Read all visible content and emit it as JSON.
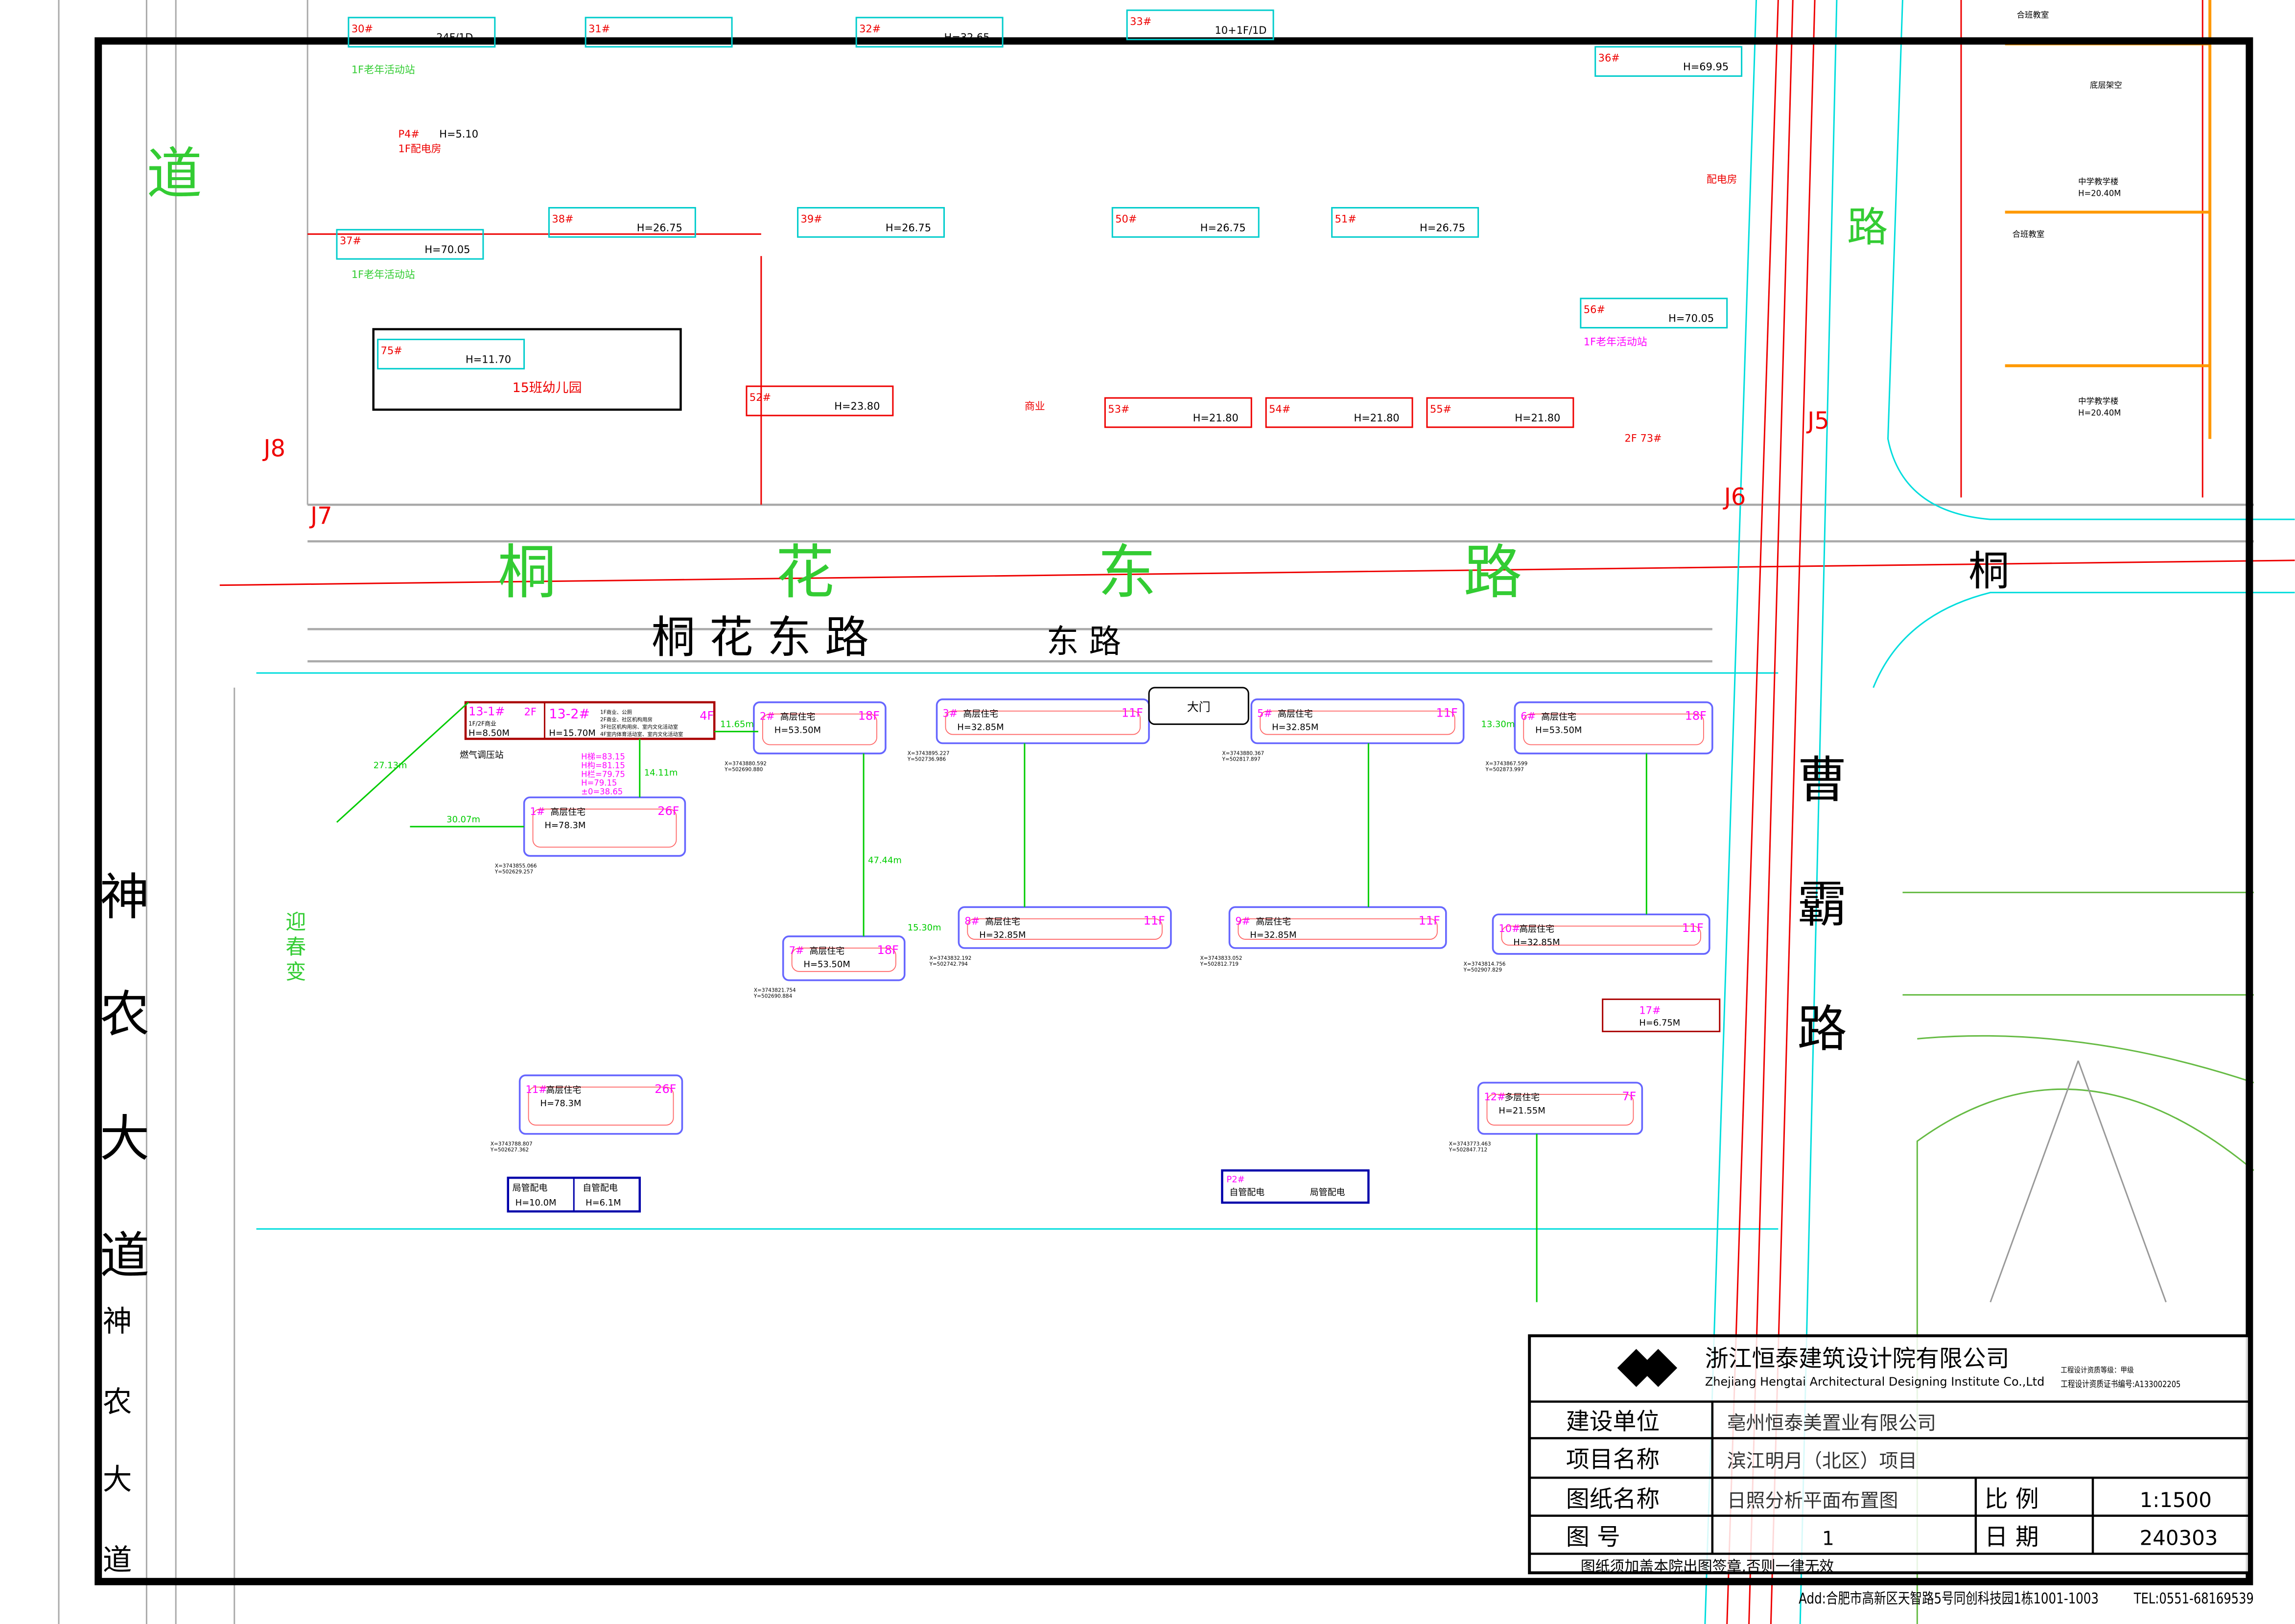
{
  "roads": {
    "north_road": "道",
    "tonghua_big": [
      "桐",
      "花",
      "东",
      "路"
    ],
    "tonghua_black": "桐 花 东 路",
    "dong_lu": "东 路",
    "east_road_top": "路",
    "east_right": "桐",
    "shennong": [
      "神",
      "农",
      "大",
      "道"
    ],
    "shennong_small": [
      "神",
      "农",
      "大",
      "道"
    ],
    "caoba": [
      "曹",
      "霸",
      "路"
    ],
    "yingchun": [
      "迎",
      "春",
      "变"
    ]
  },
  "markers": [
    "J5",
    "J6",
    "J7",
    "J8"
  ],
  "north_buildings": [
    {
      "id": "30#",
      "h": "24F/1D"
    },
    {
      "id": "31#",
      "h": ""
    },
    {
      "id": "32#",
      "h": "H=32.65"
    },
    {
      "id": "33#",
      "h": "10+1F/1D"
    },
    {
      "id": "36#",
      "h": "H=69.95"
    },
    {
      "id": "37#",
      "h": "H=70.05"
    },
    {
      "id": "38#",
      "h": "H=26.75"
    },
    {
      "id": "39#",
      "h": "H=26.75"
    },
    {
      "id": "50#",
      "h": "H=26.75"
    },
    {
      "id": "51#",
      "h": "H=26.75"
    },
    {
      "id": "52#",
      "h": "H=23.80"
    },
    {
      "id": "53#",
      "h": "H=21.80"
    },
    {
      "id": "54#",
      "h": "H=21.80"
    },
    {
      "id": "55#",
      "h": "H=21.80"
    },
    {
      "id": "56#",
      "h": "H=70.05"
    },
    {
      "id": "75#",
      "h": "H=11.70"
    }
  ],
  "north_labels": {
    "kindergarten": "15班幼儿园",
    "elderly1": "1F老年活动站",
    "elderly2": "1F老年活动站",
    "elderly3": "1F老年活动站",
    "p4": "P4#",
    "p4_h": "H=5.10",
    "p4_name": "1F配电房",
    "shop": "商业",
    "power": "配电房",
    "b73": "2F 73#"
  },
  "buildings": [
    {
      "id": "2#",
      "type": "高层住宅",
      "h": "H=53.50M",
      "floors": "18F",
      "x": "X=3743880.592",
      "y": "Y=502690.880"
    },
    {
      "id": "3#",
      "type": "高层住宅",
      "h": "H=32.85M",
      "floors": "11F",
      "x": "X=3743895.227",
      "y": "Y=502736.986"
    },
    {
      "id": "5#",
      "type": "高层住宅",
      "h": "H=32.85M",
      "floors": "11F",
      "x": "X=3743880.367",
      "y": "Y=502817.897"
    },
    {
      "id": "6#",
      "type": "高层住宅",
      "h": "H=53.50M",
      "floors": "18F",
      "x": "X=3743867.599",
      "y": "Y=502873.997"
    },
    {
      "id": "1#",
      "type": "高层住宅",
      "h": "H=78.3M",
      "floors": "26F",
      "x": "X=3743855.066",
      "y": "Y=502629.257"
    },
    {
      "id": "7#",
      "type": "高层住宅",
      "h": "H=53.50M",
      "floors": "18F",
      "x": "X=3743821.754",
      "y": "Y=502690.884"
    },
    {
      "id": "8#",
      "type": "高层住宅",
      "h": "H=32.85M",
      "floors": "11F",
      "x": "X=3743832.192",
      "y": "Y=502742.794"
    },
    {
      "id": "9#",
      "type": "高层住宅",
      "h": "H=32.85M",
      "floors": "11F",
      "x": "X=3743833.052",
      "y": "Y=502812.719"
    },
    {
      "id": "10#",
      "type": "高层住宅",
      "h": "H=32.85M",
      "floors": "11F",
      "x": "X=3743814.756",
      "y": "Y=502907.829"
    },
    {
      "id": "11#",
      "type": "高层住宅",
      "h": "H=78.3M",
      "floors": "26F",
      "x": "X=3743788.807",
      "y": "Y=502627.362"
    },
    {
      "id": "12#",
      "type": "多层住宅",
      "h": "H=21.55M",
      "floors": "7F",
      "x": "X=3743773.463",
      "y": "Y=502847.712"
    }
  ],
  "commercial": {
    "b13_1": "13-1#",
    "b13_1_f": "2F",
    "b13_1_h": "H=8.50M",
    "b13_1_use": "1F/2F商业",
    "b13_2": "13-2#",
    "b13_2_f": "4F",
    "b13_2_h": "H=15.70M",
    "b13_2_uses": [
      "1F商业、公厕",
      "2F商业、社区机构用房",
      "3F社区机构用房、室内文化活动室",
      "4F室内体育活动室、室内文化活动室"
    ],
    "gas": "燃气调压站",
    "gate": "大门",
    "b17": "17#",
    "b17_h": "H=6.75M",
    "pd1": "局管配电",
    "pd1_h": "H=10.0M",
    "pd2": "自管配电",
    "pd2_h": "H=6.1M",
    "p2": "P2#",
    "p2a": "自管配电",
    "p2b": "局管配电",
    "heights": [
      "H梯=83.15",
      "H构=81.15",
      "H栏=79.75",
      "H=79.15",
      "±0=38.65"
    ]
  },
  "distances": [
    "11.65m",
    "14.11m",
    "27.13m",
    "30.07m",
    "47.44m",
    "13.30m",
    "15.30m"
  ],
  "title_block": {
    "company_cn": "浙江恒泰建筑设计院有限公司",
    "company_en": "Zhejiang Hengtai Architectural Designing Institute Co.,Ltd",
    "grade": "工程设计资质等级：甲级",
    "cert": "工程设计资质证书编号:A133002205",
    "client_label": "建设单位",
    "client": "亳州恒泰美置业有限公司",
    "project_label": "项目名称",
    "project": "滨江明月（北区）项目",
    "drawing_label": "图纸名称",
    "drawing": "日照分析平面布置图",
    "number_label": "图 号",
    "number": "1",
    "scale_label": "比 例",
    "scale": "1:1500",
    "date_label": "日 期",
    "date": "240303",
    "notice": "图纸须加盖本院出图签章,否则一律无效",
    "address": "Add:合肥市高新区天智路5号同创科技园1栋1001-1003",
    "tel": "TEL:0551-68169539"
  },
  "school": {
    "b1": "中学教学楼",
    "b1_h": "H=20.40M",
    "b2": "中学教学楼",
    "b2_h": "H=20.40M",
    "b3": "合班教室",
    "b4": "合班教室",
    "b5": "底层架空"
  }
}
